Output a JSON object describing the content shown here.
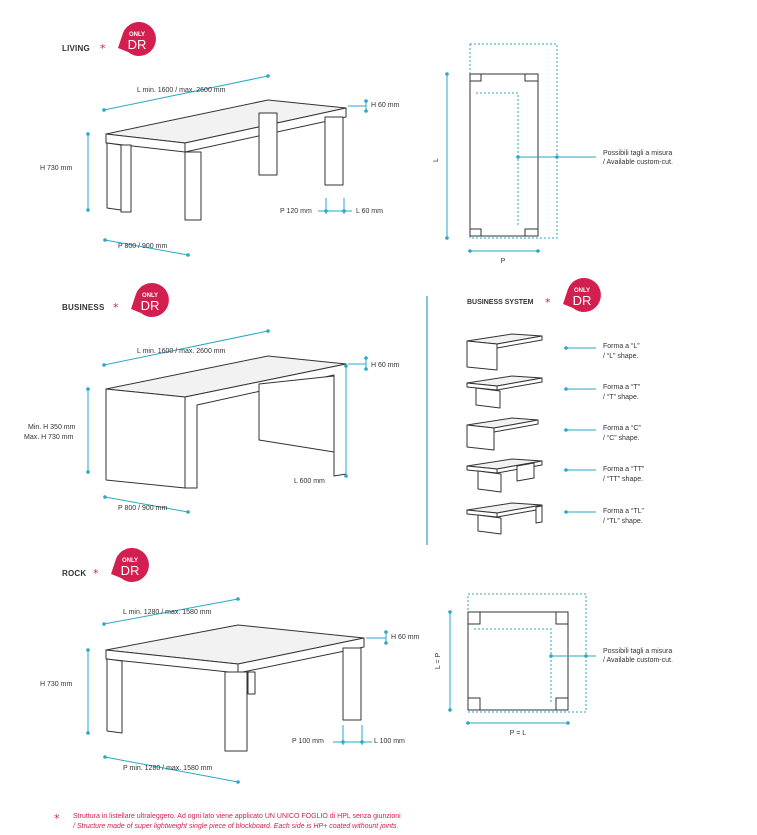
{
  "sections": {
    "living": {
      "title": "LIVING",
      "badge_top": "ONLY",
      "badge_main": "DR",
      "length": "L min. 1600 / max. 2600 mm",
      "thickness": "H 60 mm",
      "height": "H 730 mm",
      "leg_p": "P 120 mm",
      "leg_l": "L 60 mm",
      "depth": "P 800 / 900 mm",
      "plan_l": "L",
      "plan_p": "P",
      "custom_it": "Possibili tagli a misura",
      "custom_en": "/ Available custom-cut."
    },
    "business": {
      "title": "BUSINESS",
      "badge_top": "ONLY",
      "badge_main": "DR",
      "length": "L min. 1600 / max. 2600 mm",
      "thickness": "H 60 mm",
      "height_min": "Min. H 350 mm",
      "height_max": "Max. H 730 mm",
      "leg_l": "L 600 mm",
      "depth": "P 800 / 900 mm"
    },
    "business_system": {
      "title": "BUSINESS SYSTEM",
      "badge_top": "ONLY",
      "badge_main": "DR",
      "shapes": [
        {
          "it": "Forma a “L”",
          "en": "/ “L” shape."
        },
        {
          "it": "Forma a “T”",
          "en": "/ “T” shape."
        },
        {
          "it": "Forma a “C”",
          "en": "/ “C” shape."
        },
        {
          "it": "Forma a “TT”",
          "en": "/ “TT” shape."
        },
        {
          "it": "Forma a “TL”",
          "en": "/ “TL” shape."
        }
      ]
    },
    "rock": {
      "title": "ROCK",
      "badge_top": "ONLY",
      "badge_main": "DR",
      "length": "L min. 1280 / max. 1580 mm",
      "thickness": "H 60 mm",
      "height": "H 730 mm",
      "leg_p": "P 100 mm",
      "leg_l": "L 100 mm",
      "depth": "P min. 1280 / max. 1580 mm",
      "plan_l": "L = P",
      "plan_p": "P = L",
      "custom_it": "Possibili tagli a misura",
      "custom_en": "/ Available custom-cut."
    }
  },
  "footnote": {
    "star": "*",
    "it": "Struttura in listellare ultraleggero. Ad ogni lato viene applicato UN UNICO FOGLIO di HPL senza giunzioni",
    "en": "/ Structure made of super lightweight single piece of blockboard. Each side is HP+ coated withount joints."
  },
  "colors": {
    "accent": "#2aa8c4",
    "brand": "#d21f4f",
    "line": "#333333"
  }
}
